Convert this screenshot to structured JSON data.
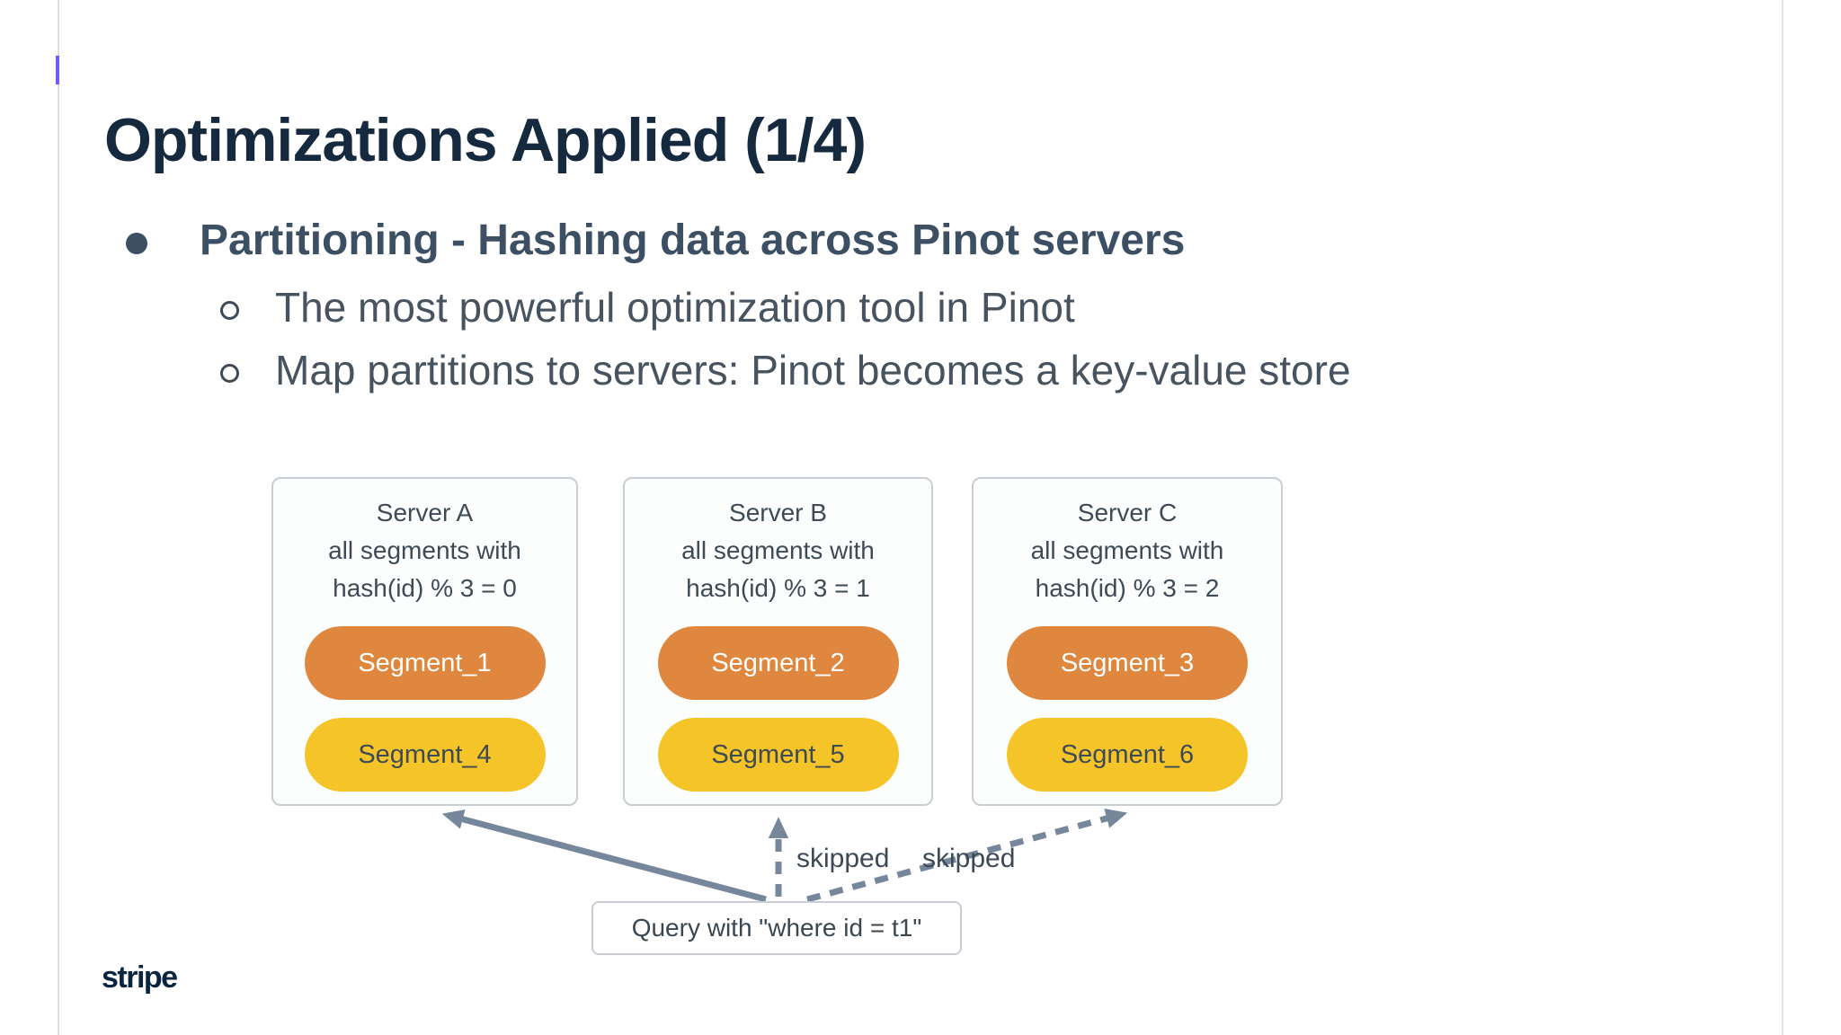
{
  "slide": {
    "title": "Optimizations Applied (1/4)",
    "bullet": "Partitioning - Hashing data across Pinot servers",
    "sub_bullets": [
      "The most powerful optimization tool in Pinot",
      "Map partitions to servers: Pinot becomes a key-value store"
    ],
    "brand": "stripe"
  },
  "diagram": {
    "servers": [
      {
        "title": "Server A",
        "subtitle1": "all segments with",
        "subtitle2": "hash(id) % 3 = 0",
        "top_segment": "Segment_1",
        "bottom_segment": "Segment_4"
      },
      {
        "title": "Server B",
        "subtitle1": "all segments with",
        "subtitle2": "hash(id) % 3 = 1",
        "top_segment": "Segment_2",
        "bottom_segment": "Segment_5"
      },
      {
        "title": "Server C",
        "subtitle1": "all segments with",
        "subtitle2": "hash(id) % 3 = 2",
        "top_segment": "Segment_3",
        "bottom_segment": "Segment_6"
      }
    ],
    "query_label": "Query with \"where id = t1\"",
    "skipped_label_1": "skipped",
    "skipped_label_2": "skipped",
    "colors": {
      "segment_top_orange": "#e0873f",
      "segment_bottom_yellow": "#f5c429",
      "arrow_slate": "#77879b",
      "title_navy": "#15293f",
      "body_slate": "#3d4f63",
      "box_border": "#c9ced4",
      "cursor_blue": "#6b5ef6"
    }
  }
}
